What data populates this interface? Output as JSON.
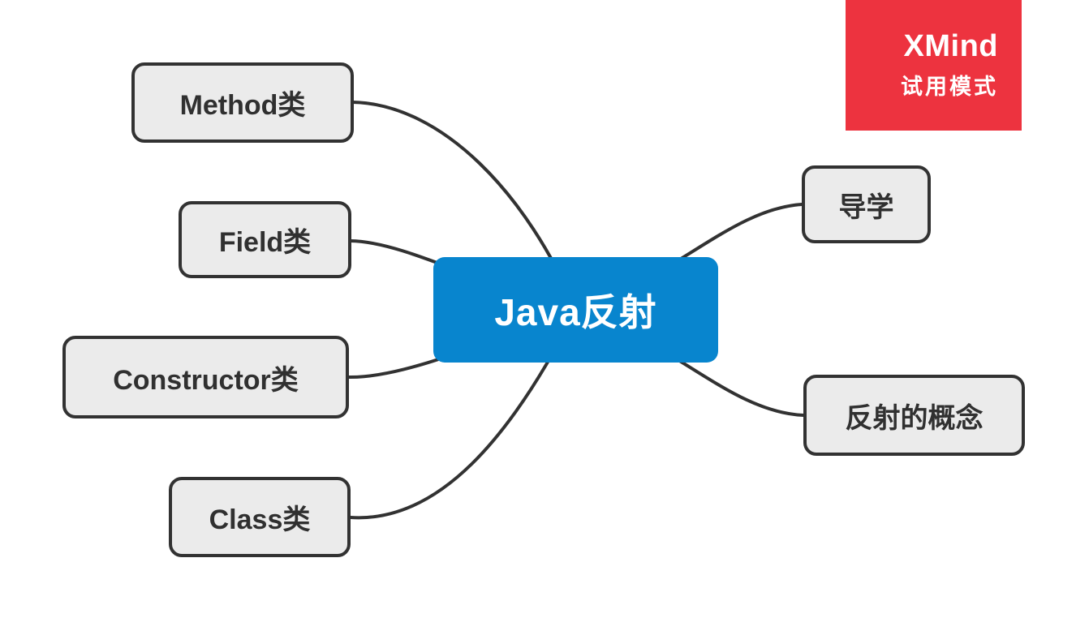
{
  "app": {
    "badge": {
      "title": "XMind",
      "subtitle": "试用模式",
      "color": "#ED333F",
      "text_color": "#FFFFFF"
    }
  },
  "mindmap": {
    "root": {
      "label": "Java反射",
      "fill": "#0885CE",
      "text_color": "#FFFFFF"
    },
    "left_topics": [
      {
        "label": "Method类"
      },
      {
        "label": "Field类"
      },
      {
        "label": "Constructor类"
      },
      {
        "label": "Class类"
      }
    ],
    "right_topics": [
      {
        "label": "导学"
      },
      {
        "label": "反射的概念"
      }
    ],
    "style": {
      "topic_fill": "#EBEBEB",
      "topic_border": "#323232",
      "line_color": "#323232",
      "canvas_background": "#FFFFFF",
      "topic_text_color": "#303030"
    }
  }
}
